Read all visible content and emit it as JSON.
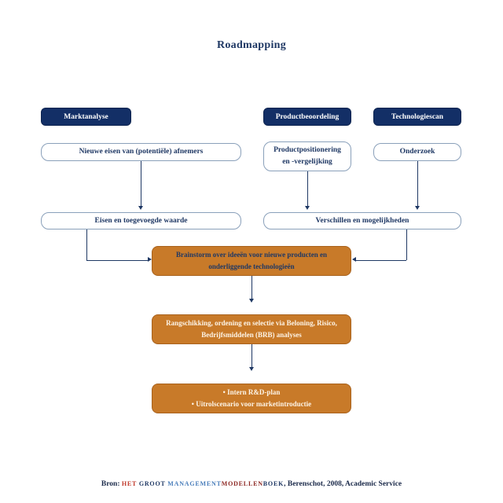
{
  "title": "Roadmapping",
  "colors": {
    "navy": "#1f3864",
    "header_fill": "#132f66",
    "orange_fill": "#c87a29",
    "orange_border": "#a8611c",
    "white_box_border": "#8aa0ba",
    "footer_red": "#c0392b",
    "footer_blue": "#4a7ebb",
    "footer_maroon": "#8e2a25"
  },
  "headers": [
    {
      "label": "Marktanalyse"
    },
    {
      "label": "Productbeoordeling"
    },
    {
      "label": "Technologiescan"
    }
  ],
  "boxes": {
    "nieuwe_eisen": "Nieuwe eisen van (potentiële) afnemers",
    "productpositionering": {
      "line1": "Productpositionering",
      "line2": "en -vergelijking"
    },
    "onderzoek": "Onderzoek",
    "eisen_waarde": "Eisen en toegevoegde waarde",
    "verschillen": "Verschillen en mogelijkheden",
    "brainstorm": {
      "line1": "Brainstorm over ideeën voor nieuwe producten en",
      "line2": "onderliggende technologieën"
    },
    "rangschikking": {
      "line1": "Rangschikking, ordening en selectie via Beloning, Risico,",
      "line2": "Bedrijfsmiddelen (BRB) analyses"
    },
    "resultaat": {
      "line1": "• Intern R&D-plan",
      "line2": "• Uitrolscenario voor marketintroductie"
    }
  },
  "footer": {
    "prefix": "Bron: ",
    "seg_het": "HET ",
    "seg_groot": "GROOT ",
    "seg_management": "MANAGEMENT",
    "seg_modellen": "MODELLEN",
    "seg_boek": "BOEK",
    "suffix": ", Berenschot, 2008, Academic Service"
  }
}
